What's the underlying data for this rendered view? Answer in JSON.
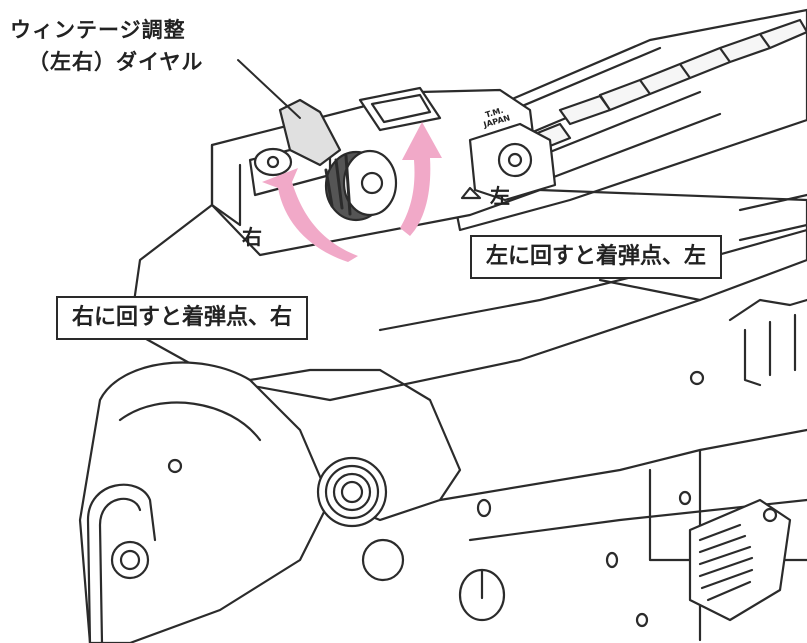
{
  "dial_label": {
    "line1": "ウィンテージ調整",
    "line2": "（左右）ダイヤル"
  },
  "direction_labels": {
    "right": "右",
    "left": "左"
  },
  "callouts": {
    "right": "右に回すと着弾点、右",
    "left": "左に回すと着弾点、左"
  },
  "marking": {
    "line1": "T.M.",
    "line2": "JAPAN"
  },
  "colors": {
    "arrow": "#f1a9c8",
    "line": "#2b2b2b"
  }
}
